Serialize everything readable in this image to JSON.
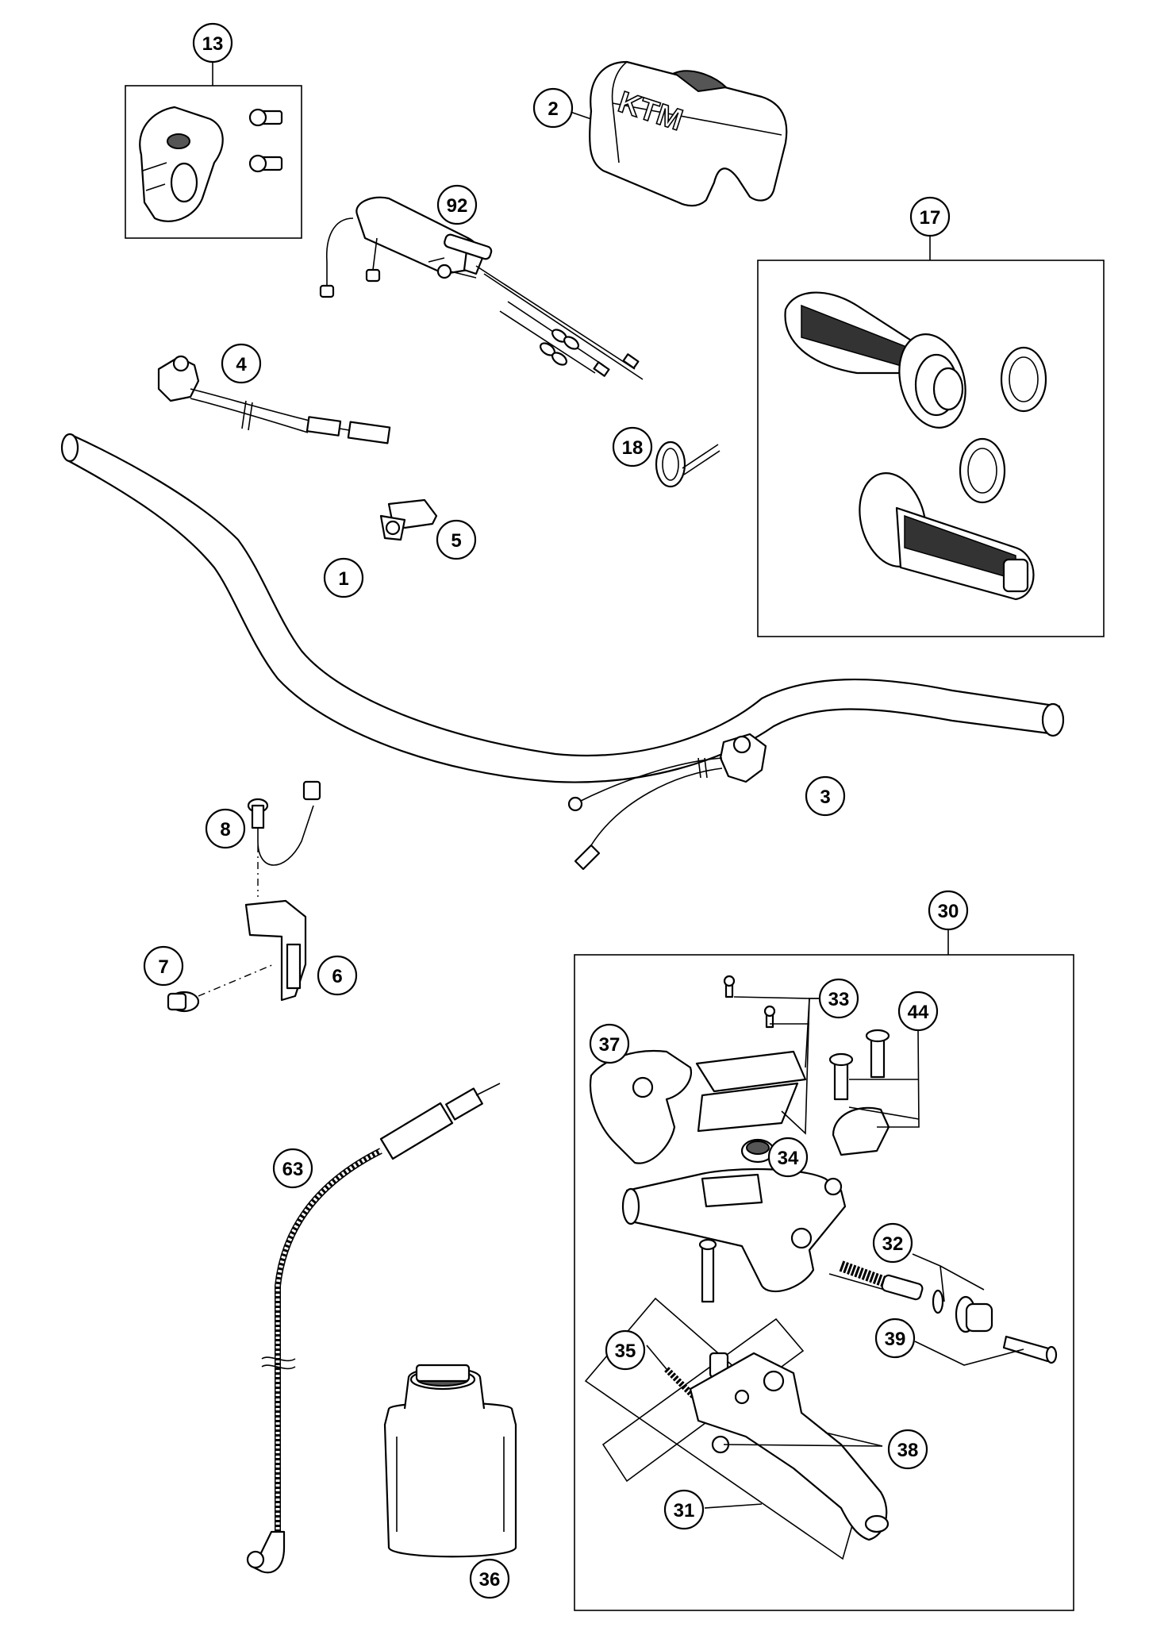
{
  "callouts": {
    "c1": "1",
    "c2": "2",
    "c3": "3",
    "c4": "4",
    "c5": "5",
    "c6": "6",
    "c7": "7",
    "c8": "8",
    "c13": "13",
    "c17": "17",
    "c18": "18",
    "c30": "30",
    "c31": "31",
    "c32": "32",
    "c33": "33",
    "c34": "34",
    "c35": "35",
    "c36": "36",
    "c37": "37",
    "c38": "38",
    "c39": "39",
    "c44": "44",
    "c63": "63",
    "c92": "92"
  },
  "handguard_logo": "KTM",
  "colors": {
    "line": "#000000",
    "background": "#ffffff",
    "grip_texture": "#333333"
  }
}
